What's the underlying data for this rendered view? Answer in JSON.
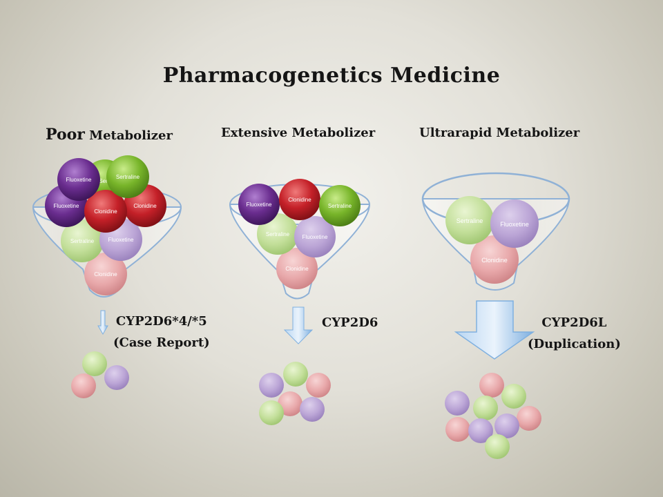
{
  "title": "Pharmacogenetics Medicine",
  "columns": [
    {
      "heading_prefix": "Poor",
      "heading_rest": "Metabolizer",
      "enzyme_line1": "CYP2D6*4/*5",
      "enzyme_line2": "(Case Report)"
    },
    {
      "heading_prefix": "",
      "heading_rest": "Extensive Metabolizer",
      "enzyme_line1": "CYP2D6",
      "enzyme_line2": ""
    },
    {
      "heading_prefix": "",
      "heading_rest": "Ultrarapid Metabolizer",
      "enzyme_line1": "CYP2D6L",
      "enzyme_line2": "(Duplication)"
    }
  ],
  "drugs": {
    "fluoxetine": "Fluoxetine",
    "sertraline": "Sertraline",
    "clonidine": "Clonidine",
    "partial_sertraline": "Sertr"
  },
  "colors": {
    "fluoxetine": "#6a2d8f",
    "sertraline": "#78b52a",
    "clonidine": "#c42028",
    "arrow": "#7fb0e0"
  }
}
